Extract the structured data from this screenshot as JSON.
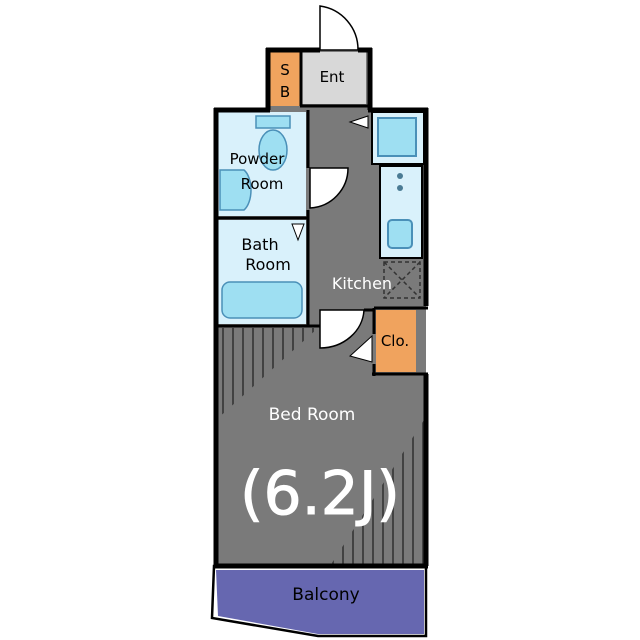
{
  "floorplan": {
    "rooms": {
      "storage": {
        "label_line1": "S",
        "label_line2": "B"
      },
      "entrance": {
        "label": "Ent"
      },
      "powder_room": {
        "label_line1": "Powder",
        "label_line2": "Room"
      },
      "bath_room": {
        "label_line1": "Bath",
        "label_line2": "Room"
      },
      "kitchen": {
        "label": "Kitchen"
      },
      "closet": {
        "label": "Clo."
      },
      "bed_room": {
        "label": "Bed Room",
        "size": "(6.2J)"
      },
      "balcony": {
        "label": "Balcony"
      }
    },
    "colors": {
      "wall": "#000000",
      "floor": "#7a7a7a",
      "wet_area": "#d9f1fb",
      "fixture": "#9edff2",
      "fixture_stroke": "#4a90b8",
      "storage": "#f0a35e",
      "entrance": "#d8d8d8",
      "balcony": "#6667b0",
      "text_light": "#ffffff",
      "text_dark": "#000000"
    }
  }
}
